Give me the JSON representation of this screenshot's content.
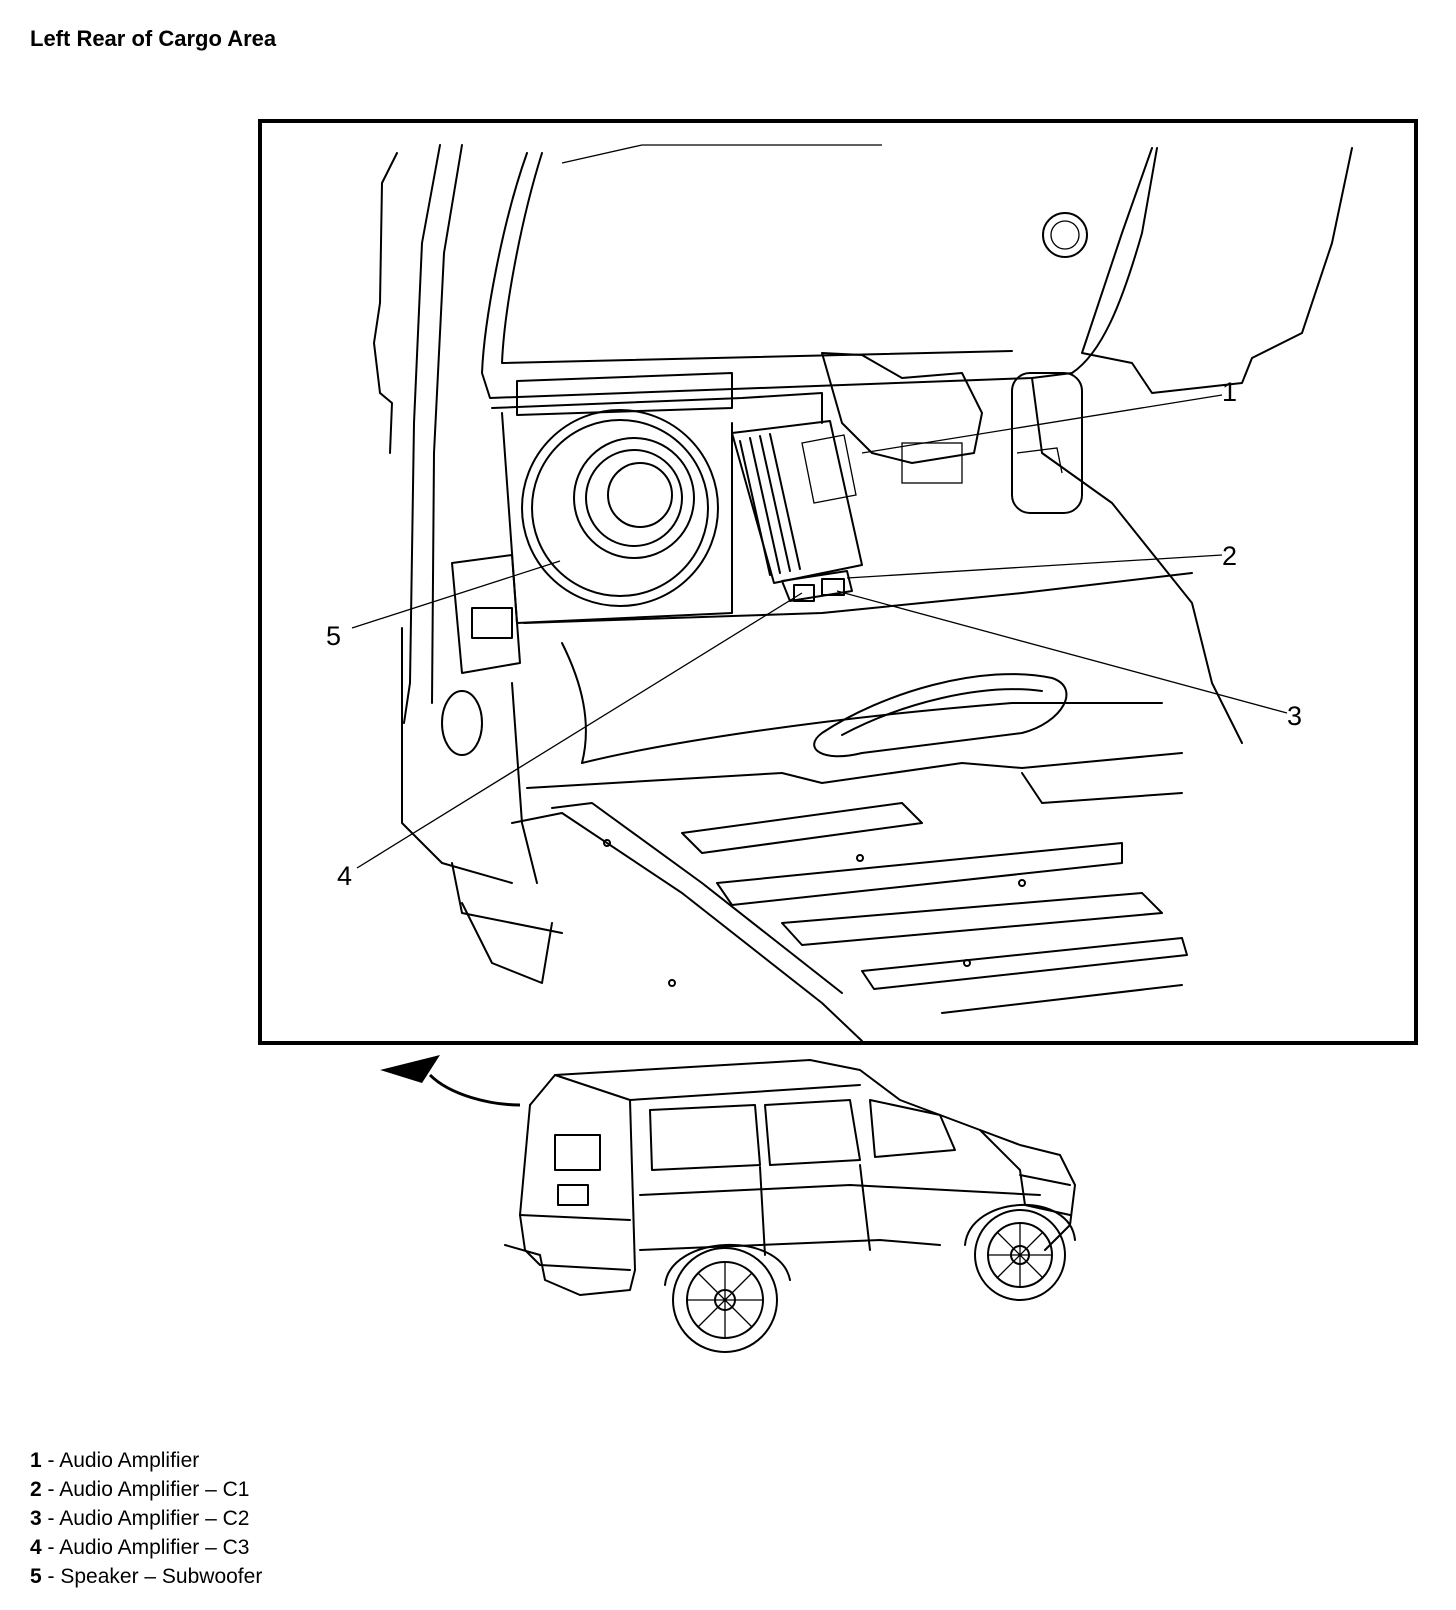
{
  "title": "Left Rear of Cargo Area",
  "callouts": [
    "1",
    "2",
    "3",
    "4",
    "5"
  ],
  "legend": [
    {
      "num": "1",
      "text": " - Audio Amplifier"
    },
    {
      "num": "2",
      "text": " - Audio Amplifier – C1"
    },
    {
      "num": "3",
      "text": " - Audio Amplifier – C2"
    },
    {
      "num": "4",
      "text": " - Audio Amplifier – C3"
    },
    {
      "num": "5",
      "text": " - Speaker – Subwoofer"
    }
  ]
}
